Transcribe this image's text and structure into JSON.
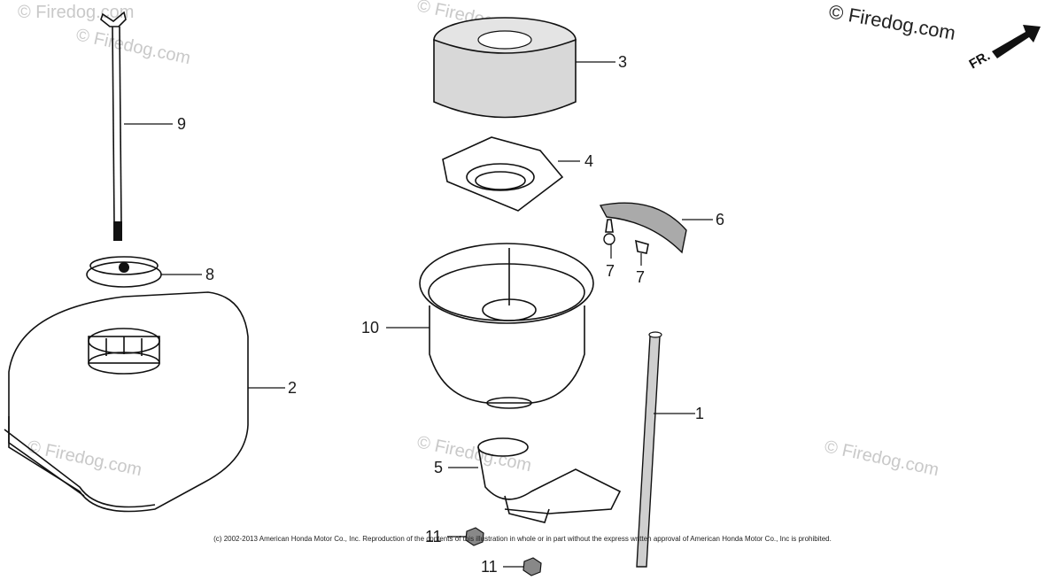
{
  "watermark": "© Firedog.com",
  "watermark_corner": "© Firedog.com",
  "fr_arrow_label": "FR.",
  "copyright": "(c) 2002-2013 American Honda Motor Co., Inc. Reproduction of the contents of this illustration in whole or in part without the express written approval of American Honda Motor Co., Inc is prohibited.",
  "callouts": [
    "1",
    "2",
    "3",
    "4",
    "5",
    "6",
    "7",
    "7",
    "8",
    "9",
    "10",
    "11",
    "11"
  ],
  "colors": {
    "line": "#111111",
    "watermark": "#c9c9c9",
    "background": "#ffffff"
  }
}
